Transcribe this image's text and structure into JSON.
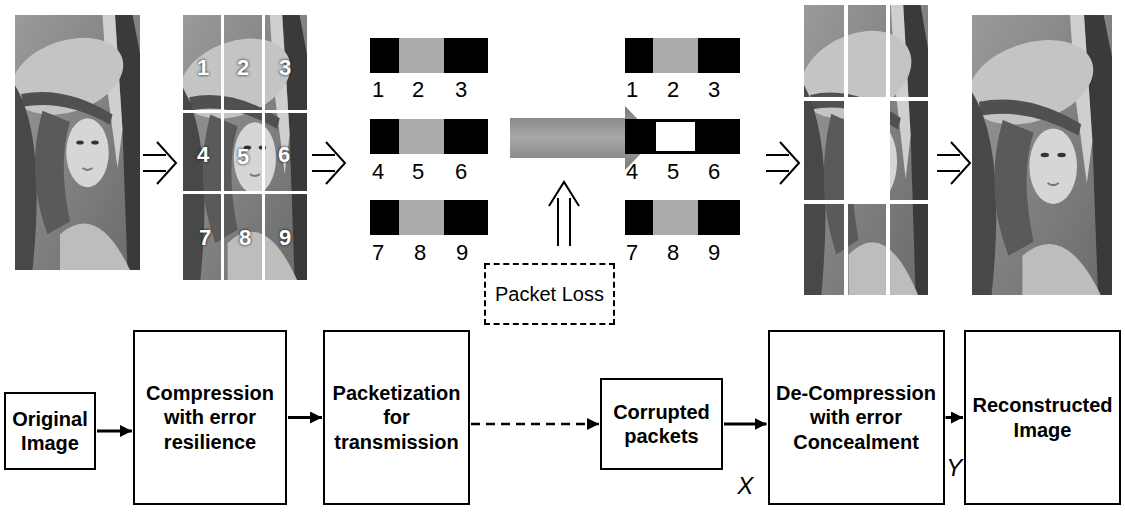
{
  "diagram": {
    "nodes": [
      {
        "text": [
          "Packet Loss"
        ]
      },
      {
        "text": [
          "Original Image"
        ]
      },
      {
        "text": [
          "Compression with error resilience"
        ]
      },
      {
        "text": [
          "Packetization for transmission"
        ]
      },
      {
        "text": [
          "Corrupted packets"
        ]
      },
      {
        "text": [
          "De-Compression with error Concealment"
        ]
      },
      {
        "text": [
          "Reconstructed Image"
        ]
      }
    ],
    "edges": [
      {
        "from": 1,
        "to": 2,
        "arrow": "to"
      },
      {
        "from": 2,
        "to": 3,
        "arrow": "to"
      },
      {
        "from": 3,
        "to": 4,
        "arrow": "to"
      },
      {
        "from": 4,
        "to": 5,
        "arrow": "to",
        "label": "X"
      },
      {
        "from": 5,
        "to": 6,
        "arrow": "to",
        "label": "Y"
      }
    ],
    "labels": [
      "1",
      "2",
      "3",
      "4",
      "5",
      "6",
      "7",
      "8",
      "9",
      "1",
      "2",
      "3",
      "4",
      "5",
      "6",
      "7",
      "8",
      "9",
      "1",
      "2",
      "3",
      "4",
      "5",
      "6",
      "7",
      "8",
      "9"
    ]
  }
}
